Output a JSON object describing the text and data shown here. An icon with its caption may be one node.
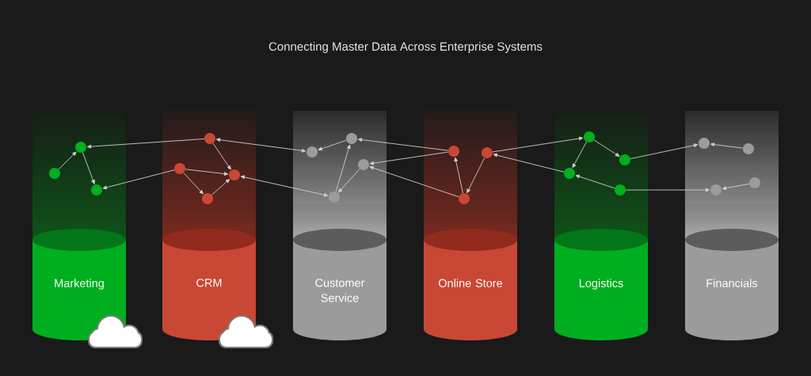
{
  "diagram": {
    "title": "Connecting Master Data Across Enterprise Systems",
    "nodes": [
      {
        "text": [
          "Marketing"
        ]
      },
      {
        "text": [],
        "shape": "circle",
        "in": 0
      },
      {
        "text": [],
        "shape": "circle",
        "in": 0
      },
      {
        "text": [],
        "shape": "circle",
        "in": 0
      },
      {
        "text": [
          "CRM"
        ]
      },
      {
        "text": [],
        "shape": "circle",
        "in": 4
      },
      {
        "text": [],
        "shape": "circle",
        "in": 4
      },
      {
        "text": [],
        "shape": "circle",
        "in": 4
      },
      {
        "text": [],
        "shape": "circle",
        "in": 4
      },
      {
        "text": [
          "Customer Service"
        ]
      },
      {
        "text": [],
        "shape": "circle",
        "in": 9
      },
      {
        "text": [],
        "shape": "circle",
        "in": 9
      },
      {
        "text": [],
        "shape": "circle",
        "in": 9
      },
      {
        "text": [],
        "shape": "circle",
        "in": 9
      },
      {
        "text": [
          "Online Store"
        ]
      },
      {
        "text": [],
        "shape": "circle",
        "in": 14
      },
      {
        "text": [],
        "shape": "circle",
        "in": 14
      },
      {
        "text": [],
        "shape": "circle",
        "in": 14
      },
      {
        "text": [
          "Logistics"
        ]
      },
      {
        "text": [],
        "shape": "circle",
        "in": 18
      },
      {
        "text": [],
        "shape": "circle",
        "in": 18
      },
      {
        "text": [],
        "shape": "circle",
        "in": 18
      },
      {
        "text": [],
        "shape": "circle",
        "in": 18
      },
      {
        "text": [
          "Financials"
        ]
      },
      {
        "text": [],
        "shape": "circle",
        "in": 23
      },
      {
        "text": [],
        "shape": "circle",
        "in": 23
      },
      {
        "text": [],
        "shape": "circle",
        "in": 23
      },
      {
        "text": [],
        "shape": "circle",
        "in": 23
      }
    ],
    "edges": [
      {
        "from": 5,
        "to": 1,
        "arrow": "to"
      },
      {
        "from": 2,
        "to": 1,
        "arrow": "to"
      },
      {
        "from": 1,
        "to": 3,
        "arrow": "to"
      },
      {
        "from": 6,
        "to": 3,
        "arrow": "to"
      },
      {
        "from": 5,
        "to": 7,
        "arrow": "to"
      },
      {
        "from": 6,
        "to": 7,
        "arrow": "to"
      },
      {
        "from": 6,
        "to": 8,
        "arrow": "to"
      },
      {
        "from": 8,
        "to": 7,
        "arrow": "to"
      },
      {
        "from": 5,
        "to": 11,
        "arrow": "both"
      },
      {
        "from": 7,
        "to": 13,
        "arrow": "both"
      },
      {
        "from": 10,
        "to": 11,
        "arrow": "to"
      },
      {
        "from": 13,
        "to": 10,
        "arrow": "to"
      },
      {
        "from": 12,
        "to": 13,
        "arrow": "to"
      },
      {
        "from": 15,
        "to": 10,
        "arrow": "to"
      },
      {
        "from": 15,
        "to": 12,
        "arrow": "to"
      },
      {
        "from": 17,
        "to": 12,
        "arrow": "to"
      },
      {
        "from": 17,
        "to": 15,
        "arrow": "to"
      },
      {
        "from": 16,
        "to": 17,
        "arrow": "to"
      },
      {
        "from": 16,
        "to": 19,
        "arrow": "to"
      },
      {
        "from": 21,
        "to": 16,
        "arrow": "to"
      },
      {
        "from": 19,
        "to": 20,
        "arrow": "to"
      },
      {
        "from": 19,
        "to": 21,
        "arrow": "to"
      },
      {
        "from": 22,
        "to": 21,
        "arrow": "to"
      },
      {
        "from": 20,
        "to": 24,
        "arrow": "to"
      },
      {
        "from": 25,
        "to": 24,
        "arrow": "to"
      },
      {
        "from": 22,
        "to": 27,
        "arrow": "to"
      },
      {
        "from": 26,
        "to": 27,
        "arrow": "to"
      }
    ]
  }
}
